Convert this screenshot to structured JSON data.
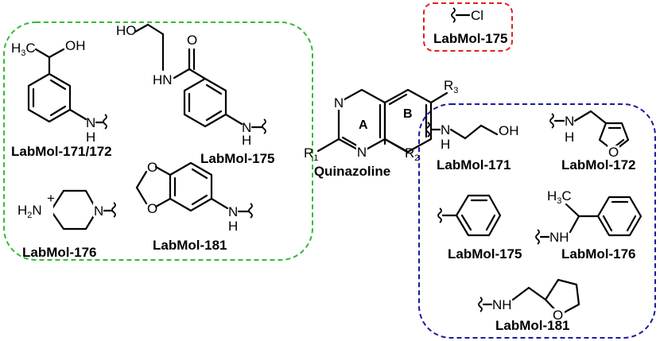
{
  "colors": {
    "green_box": "#33bb33",
    "red_box": "#e02020",
    "blue_box": "#1a1aa0",
    "r1": "#22c022",
    "r2": "#1a1aa0",
    "r3": "#e02020"
  },
  "core": {
    "name": "Quinazoline",
    "ring_a": "A",
    "ring_b": "B",
    "r1": "R",
    "r1_sub": "1",
    "r2": "R",
    "r2_sub": "2",
    "r3": "R",
    "r3_sub": "3",
    "n_atom": "N"
  },
  "green_group": {
    "items": [
      {
        "label": "LabMol-171/172"
      },
      {
        "label": "LabMol-175"
      },
      {
        "label": "LabMol-176"
      },
      {
        "label": "LabMol-181"
      }
    ],
    "atoms": {
      "ch3": "H",
      "ch3_sub": "3",
      "c": "C",
      "oh": "OH",
      "ho": "HO",
      "o": "O",
      "n": "N",
      "h": "H",
      "hn": "HN",
      "h2n": "H",
      "h2n_sub": "2",
      "plus": "+"
    }
  },
  "red_group": {
    "items": [
      {
        "label": "LabMol-175"
      }
    ],
    "atoms": {
      "cl": "Cl"
    }
  },
  "blue_group": {
    "items": [
      {
        "label": "LabMol-171"
      },
      {
        "label": "LabMol-172"
      },
      {
        "label": "LabMol-175"
      },
      {
        "label": "LabMol-176"
      },
      {
        "label": "LabMol-181"
      }
    ],
    "atoms": {
      "n": "N",
      "h": "H",
      "oh": "OH",
      "o": "O",
      "nh": "NH",
      "ch3": "H",
      "ch3_sub": "3",
      "c": "C"
    }
  }
}
